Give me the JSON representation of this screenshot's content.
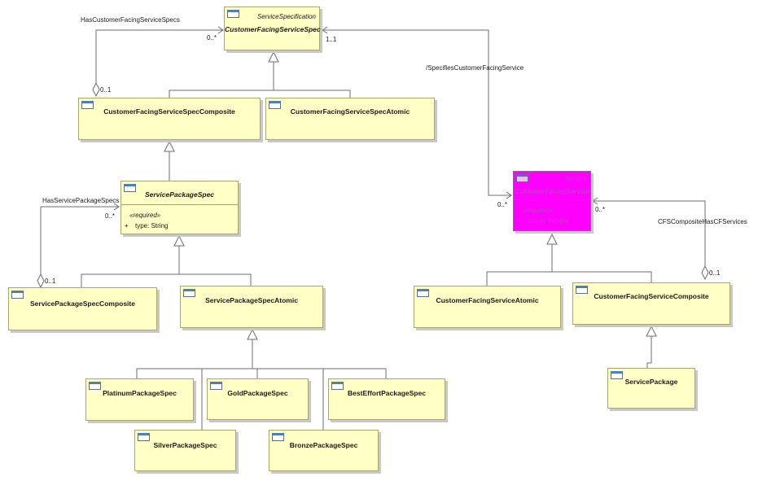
{
  "classes": {
    "service_spec": {
      "stereotype": "ServiceSpecification",
      "name": "CustomerFacingServiceSpec"
    },
    "cfss_composite": {
      "name": "CustomerFacingServiceSpecComposite"
    },
    "cfss_atomic": {
      "name": "CustomerFacingServiceSpecAtomic"
    },
    "service_package_spec": {
      "name": "ServicePackageSpec",
      "attr_stereotype": "«required»",
      "attr_visibility": "+",
      "attr_text": "type: String"
    },
    "sps_composite": {
      "name": "ServicePackageSpecComposite"
    },
    "sps_atomic": {
      "name": "ServicePackageSpecAtomic"
    },
    "platinum": {
      "name": "PlatinumPackageSpec"
    },
    "gold": {
      "name": "GoldPackageSpec"
    },
    "besteffort": {
      "name": "BestEffortPackageSpec"
    },
    "silver": {
      "name": "SilverPackageSpec"
    },
    "bronze": {
      "name": "BronzePackageSpec"
    },
    "cfs": {
      "stereotype": "Service",
      "name": "CustomerFacingService",
      "attr_stereotype": "«required»",
      "attr_visibility": "+",
      "attr_text": "status: Integer"
    },
    "cfs_atomic": {
      "name": "CustomerFacingServiceAtomic"
    },
    "cfs_composite": {
      "name": "CustomerFacingServiceComposite"
    },
    "service_package": {
      "name": "ServicePackage"
    }
  },
  "associations": {
    "has_cfss": {
      "name": "HasCustomerFacingServiceSpecs",
      "target_mult": "0..*",
      "source_mult": "0..1"
    },
    "specifies_cfs": {
      "name": "/SpecifiesCustomerFacingService",
      "spec_mult": "1..1",
      "service_mult": "0..*"
    },
    "has_sps": {
      "name": "HasServicePackageSpecs",
      "target_mult": "0..*",
      "source_mult": "0..1"
    },
    "cfs_composite_has": {
      "name": "CFSCompositeHasCFServices",
      "target_mult": "0..*",
      "source_mult": "0..1"
    }
  },
  "colors": {
    "class_fill": "#ffffc6",
    "highlight_fill": "#ff00ff",
    "line": "#6e6e6e"
  }
}
